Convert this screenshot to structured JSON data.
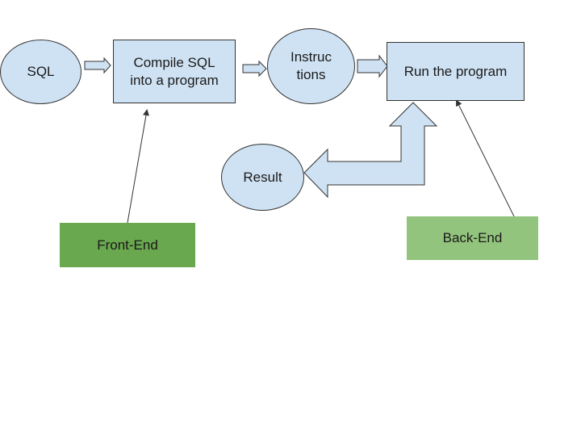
{
  "colors": {
    "process_fill": "#cfe2f3",
    "frontend_fill": "#6aa84f",
    "backend_fill": "#93c47d",
    "stroke": "#333333"
  },
  "nodes": {
    "sql": "SQL",
    "compile": "Compile SQL\ninto a program",
    "instructions": "Instruc\ntions",
    "run": "Run the program",
    "result": "Result",
    "frontend": "Front-End",
    "backend": "Back-End"
  }
}
